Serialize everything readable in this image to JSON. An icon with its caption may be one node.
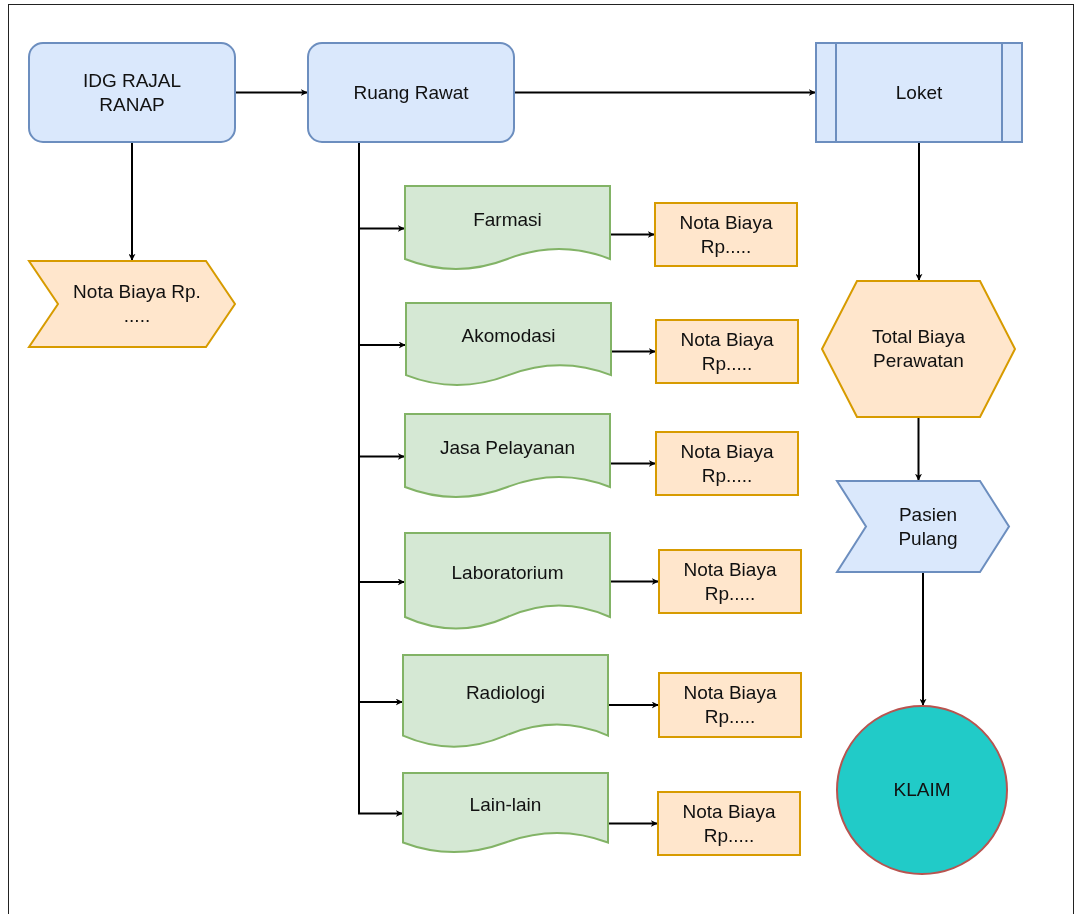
{
  "diagram": {
    "nodes": [
      {
        "text": [
          "IDG RAJAL RANAP"
        ]
      },
      {
        "text": [
          "Ruang Rawat"
        ]
      },
      {
        "text": [
          "Loket"
        ]
      },
      {
        "text": [
          "Nota Biaya Rp. ....."
        ]
      },
      {
        "text": [
          "Farmasi"
        ]
      },
      {
        "text": [
          "Nota Biaya Rp....."
        ]
      },
      {
        "text": [
          "Akomodasi"
        ]
      },
      {
        "text": [
          "Nota Biaya Rp....."
        ]
      },
      {
        "text": [
          "Jasa Pelayanan"
        ]
      },
      {
        "text": [
          "Nota Biaya Rp....."
        ]
      },
      {
        "text": [
          "Laboratorium"
        ]
      },
      {
        "text": [
          "Nota Biaya Rp....."
        ]
      },
      {
        "text": [
          "Radiologi"
        ]
      },
      {
        "text": [
          "Nota Biaya Rp....."
        ]
      },
      {
        "text": [
          "Lain-lain"
        ]
      },
      {
        "text": [
          "Nota Biaya Rp....."
        ]
      },
      {
        "text": [
          "Total Biaya Perawatan"
        ]
      },
      {
        "text": [
          "Pasien Pulang"
        ]
      },
      {
        "text": [
          "KLAIM"
        ]
      }
    ],
    "edges": [
      {
        "from": 0,
        "to": 1,
        "arrow": "to"
      },
      {
        "from": 1,
        "to": 2,
        "arrow": "to"
      },
      {
        "from": 0,
        "to": 3,
        "arrow": "to"
      },
      {
        "from": 1,
        "to": 4,
        "arrow": "to"
      },
      {
        "from": 1,
        "to": 6,
        "arrow": "to"
      },
      {
        "from": 1,
        "to": 8,
        "arrow": "to"
      },
      {
        "from": 1,
        "to": 10,
        "arrow": "to"
      },
      {
        "from": 1,
        "to": 12,
        "arrow": "to"
      },
      {
        "from": 1,
        "to": 14,
        "arrow": "to"
      },
      {
        "from": 4,
        "to": 5,
        "arrow": "to"
      },
      {
        "from": 6,
        "to": 7,
        "arrow": "to"
      },
      {
        "from": 8,
        "to": 9,
        "arrow": "to"
      },
      {
        "from": 10,
        "to": 11,
        "arrow": "to"
      },
      {
        "from": 12,
        "to": 13,
        "arrow": "to"
      },
      {
        "from": 14,
        "to": 15,
        "arrow": "to"
      },
      {
        "from": 2,
        "to": 16,
        "arrow": "to"
      },
      {
        "from": 16,
        "to": 17,
        "arrow": "to"
      },
      {
        "from": 17,
        "to": 18,
        "arrow": "to"
      }
    ]
  }
}
